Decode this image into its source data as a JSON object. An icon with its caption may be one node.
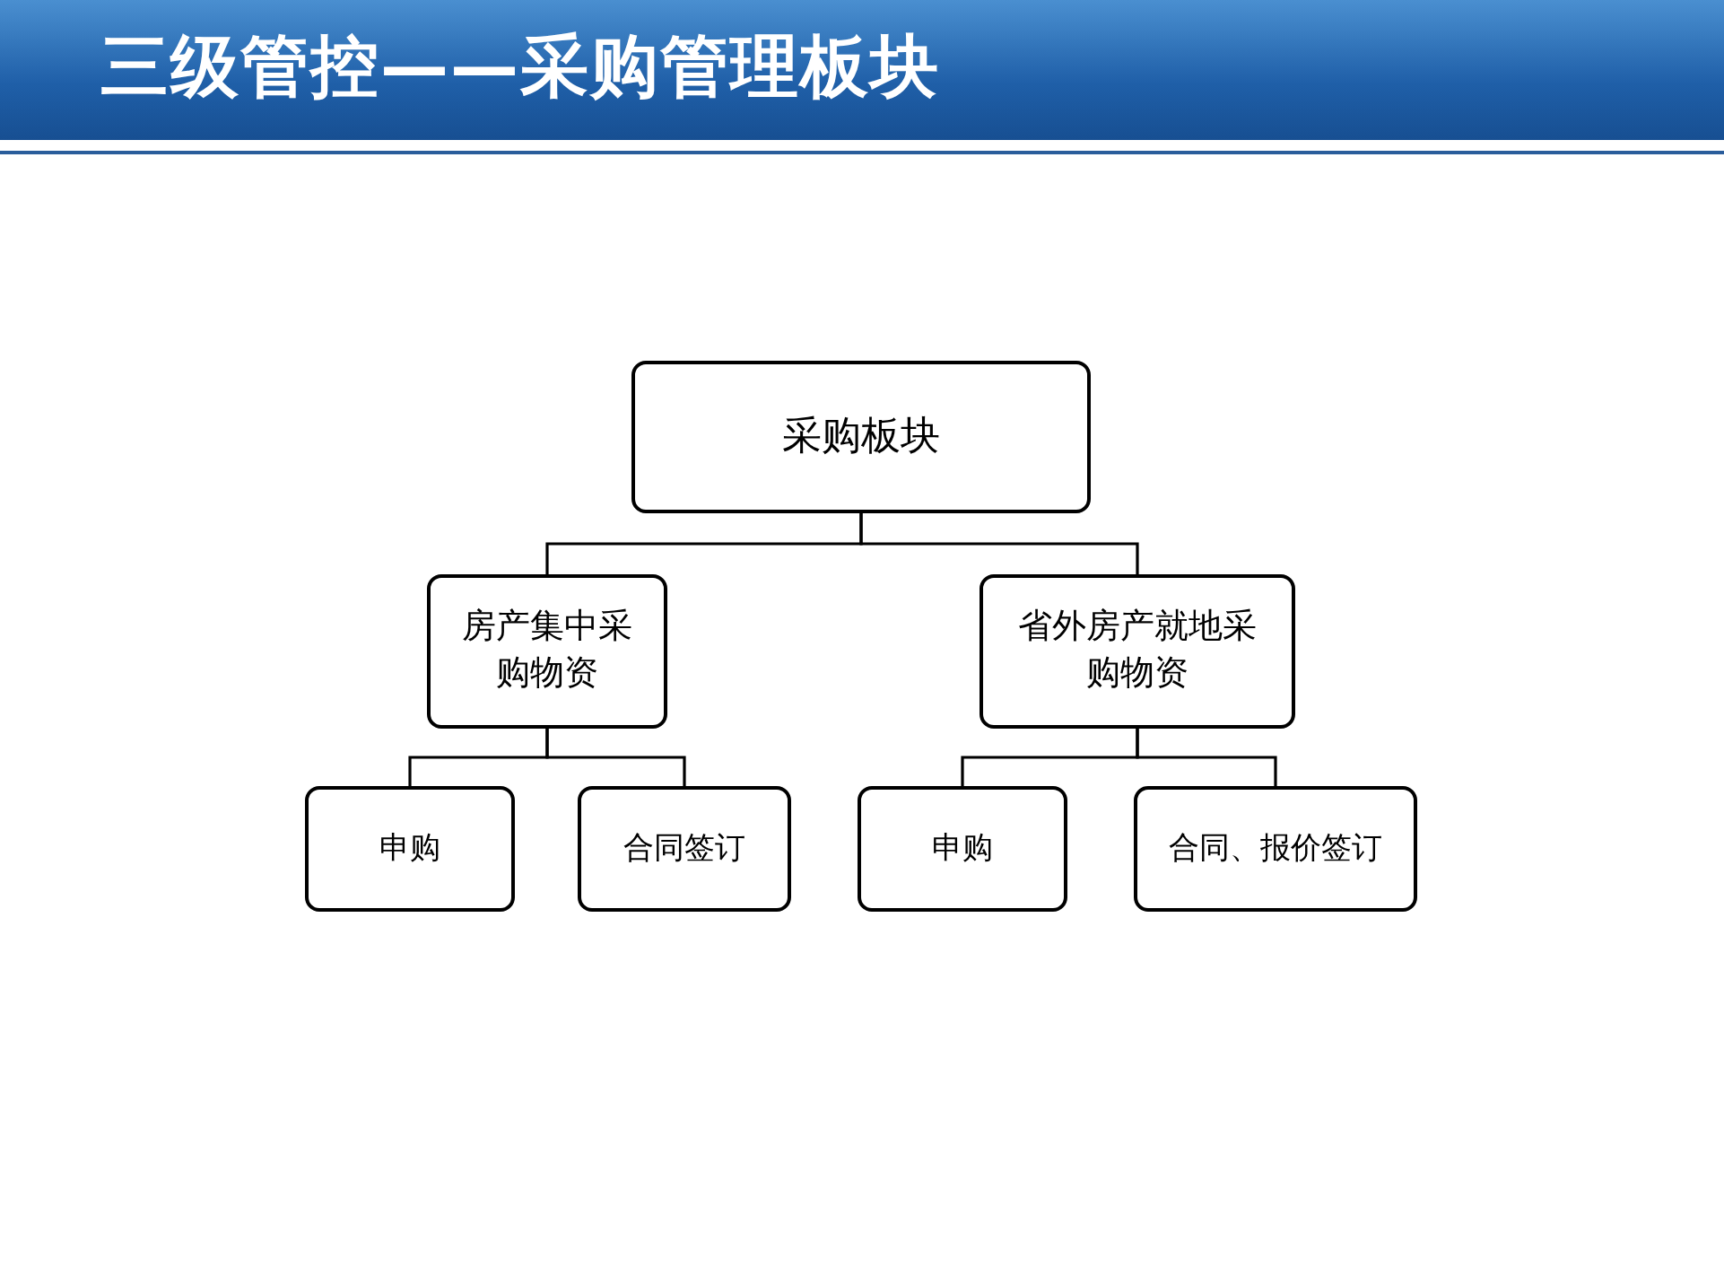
{
  "diagram": {
    "title": "三级管控——采购管理板块",
    "nodes": [
      {
        "text": [
          "采购板块"
        ]
      },
      {
        "text": [
          "房产集中采购物资"
        ]
      },
      {
        "text": [
          "省外房产就地采购物资"
        ]
      },
      {
        "text": [
          "申购"
        ]
      },
      {
        "text": [
          "合同签订"
        ]
      },
      {
        "text": [
          "申购"
        ]
      },
      {
        "text": [
          "合同、报价签订"
        ]
      }
    ],
    "edges": [
      {
        "from": 0,
        "to": 1,
        "arrow": "none"
      },
      {
        "from": 0,
        "to": 2,
        "arrow": "none"
      },
      {
        "from": 1,
        "to": 3,
        "arrow": "none"
      },
      {
        "from": 1,
        "to": 4,
        "arrow": "none"
      },
      {
        "from": 2,
        "to": 5,
        "arrow": "none"
      },
      {
        "from": 2,
        "to": 6,
        "arrow": "none"
      }
    ]
  }
}
